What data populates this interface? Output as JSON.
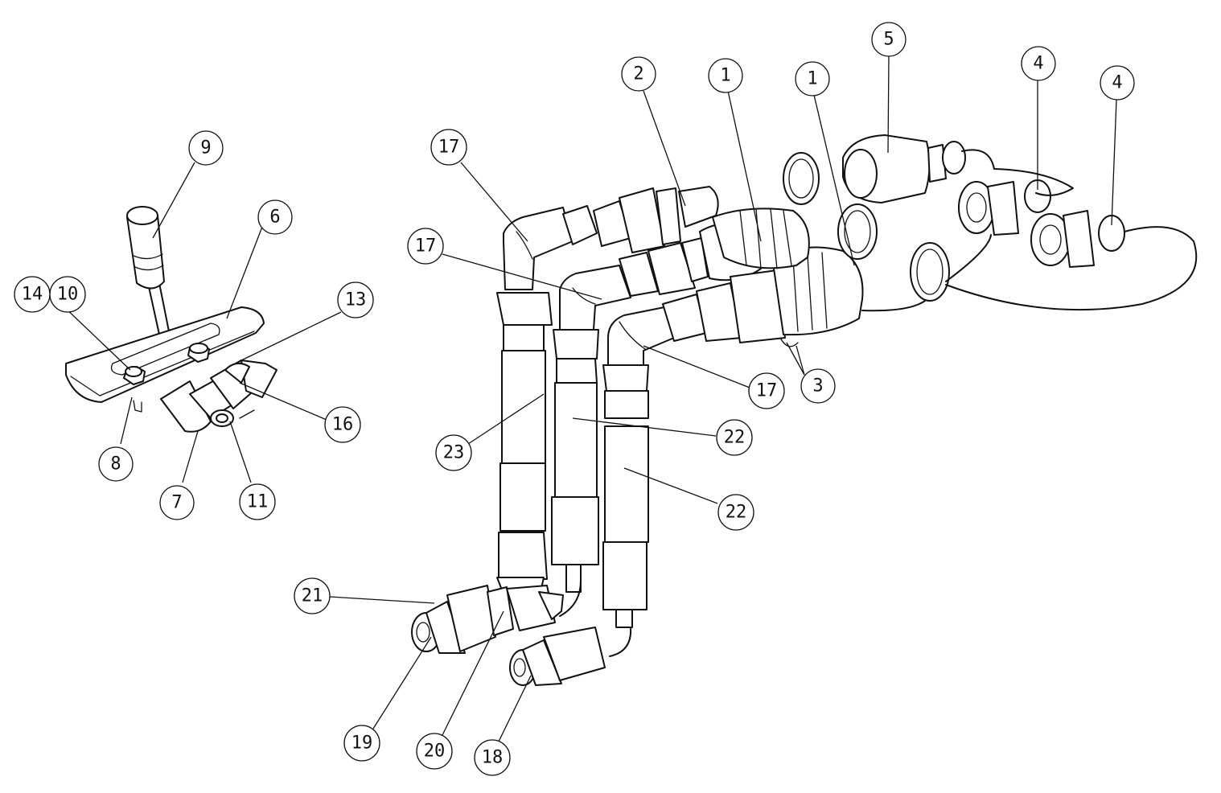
{
  "callouts": [
    {
      "id": "c9",
      "label": "9"
    },
    {
      "id": "c6",
      "label": "6"
    },
    {
      "id": "c14",
      "label": "14"
    },
    {
      "id": "c10",
      "label": "10"
    },
    {
      "id": "c13",
      "label": "13"
    },
    {
      "id": "c16",
      "label": "16"
    },
    {
      "id": "c8",
      "label": "8"
    },
    {
      "id": "c7",
      "label": "7"
    },
    {
      "id": "c11",
      "label": "11"
    },
    {
      "id": "c17a",
      "label": "17"
    },
    {
      "id": "c17b",
      "label": "17"
    },
    {
      "id": "c17c",
      "label": "17"
    },
    {
      "id": "c2",
      "label": "2"
    },
    {
      "id": "c1a",
      "label": "1"
    },
    {
      "id": "c1b",
      "label": "1"
    },
    {
      "id": "c5",
      "label": "5"
    },
    {
      "id": "c4a",
      "label": "4"
    },
    {
      "id": "c4b",
      "label": "4"
    },
    {
      "id": "c3",
      "label": "3"
    },
    {
      "id": "c22a",
      "label": "22"
    },
    {
      "id": "c22b",
      "label": "22"
    },
    {
      "id": "c23",
      "label": "23"
    },
    {
      "id": "c21",
      "label": "21"
    },
    {
      "id": "c19",
      "label": "19"
    },
    {
      "id": "c20",
      "label": "20"
    },
    {
      "id": "c18",
      "label": "18"
    }
  ]
}
